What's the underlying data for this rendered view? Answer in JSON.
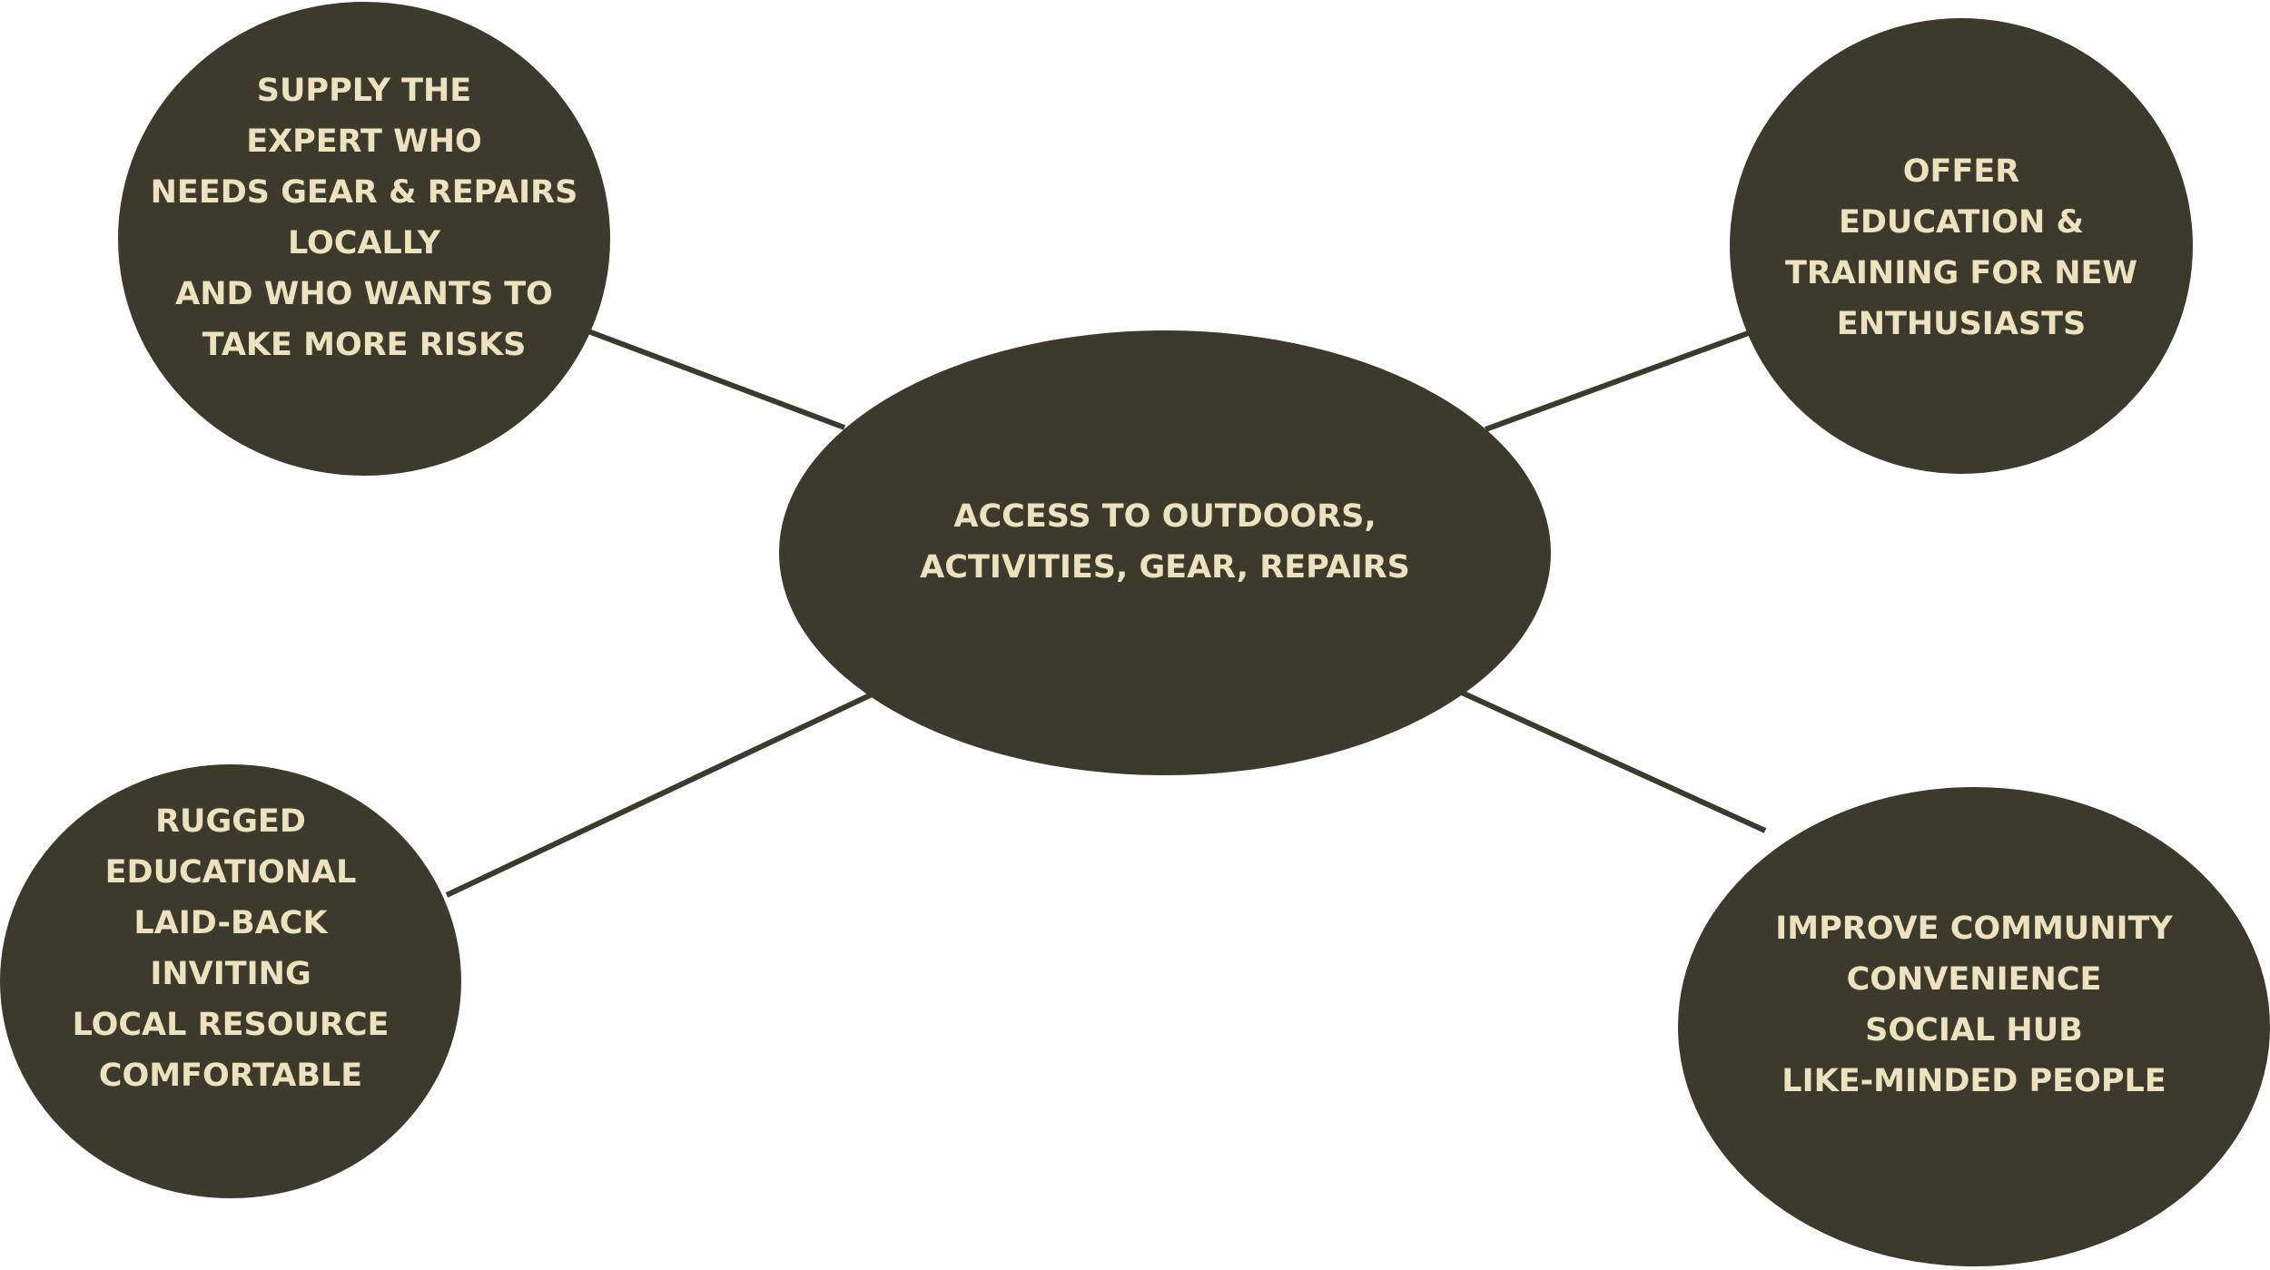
{
  "diagram": {
    "colors": {
      "node_fill": "#3b3a2d",
      "node_text": "#ede2bd",
      "connector": "#3b3a2d",
      "background": "#ffffff"
    },
    "nodes": {
      "center": {
        "lines": [
          "ACCESS TO OUTDOORS,",
          "ACTIVITIES, GEAR, REPAIRS"
        ]
      },
      "top_left": {
        "lines": [
          "SUPPLY THE",
          "EXPERT WHO",
          "NEEDS GEAR & REPAIRS",
          "LOCALLY",
          "AND WHO WANTS TO",
          "TAKE MORE RISKS"
        ]
      },
      "top_right": {
        "lines": [
          "OFFER",
          "EDUCATION &",
          "TRAINING FOR NEW",
          "ENTHUSIASTS"
        ]
      },
      "bottom_left": {
        "lines": [
          "RUGGED",
          "EDUCATIONAL",
          "LAID-BACK",
          "INVITING",
          "LOCAL RESOURCE",
          "COMFORTABLE"
        ]
      },
      "bottom_right": {
        "lines": [
          "IMPROVE COMMUNITY",
          "CONVENIENCE",
          "SOCIAL HUB",
          "LIKE-MINDED PEOPLE"
        ]
      }
    },
    "edges": [
      {
        "from": "center",
        "to": "top_left"
      },
      {
        "from": "center",
        "to": "top_right"
      },
      {
        "from": "center",
        "to": "bottom_left"
      },
      {
        "from": "center",
        "to": "bottom_right"
      }
    ]
  }
}
